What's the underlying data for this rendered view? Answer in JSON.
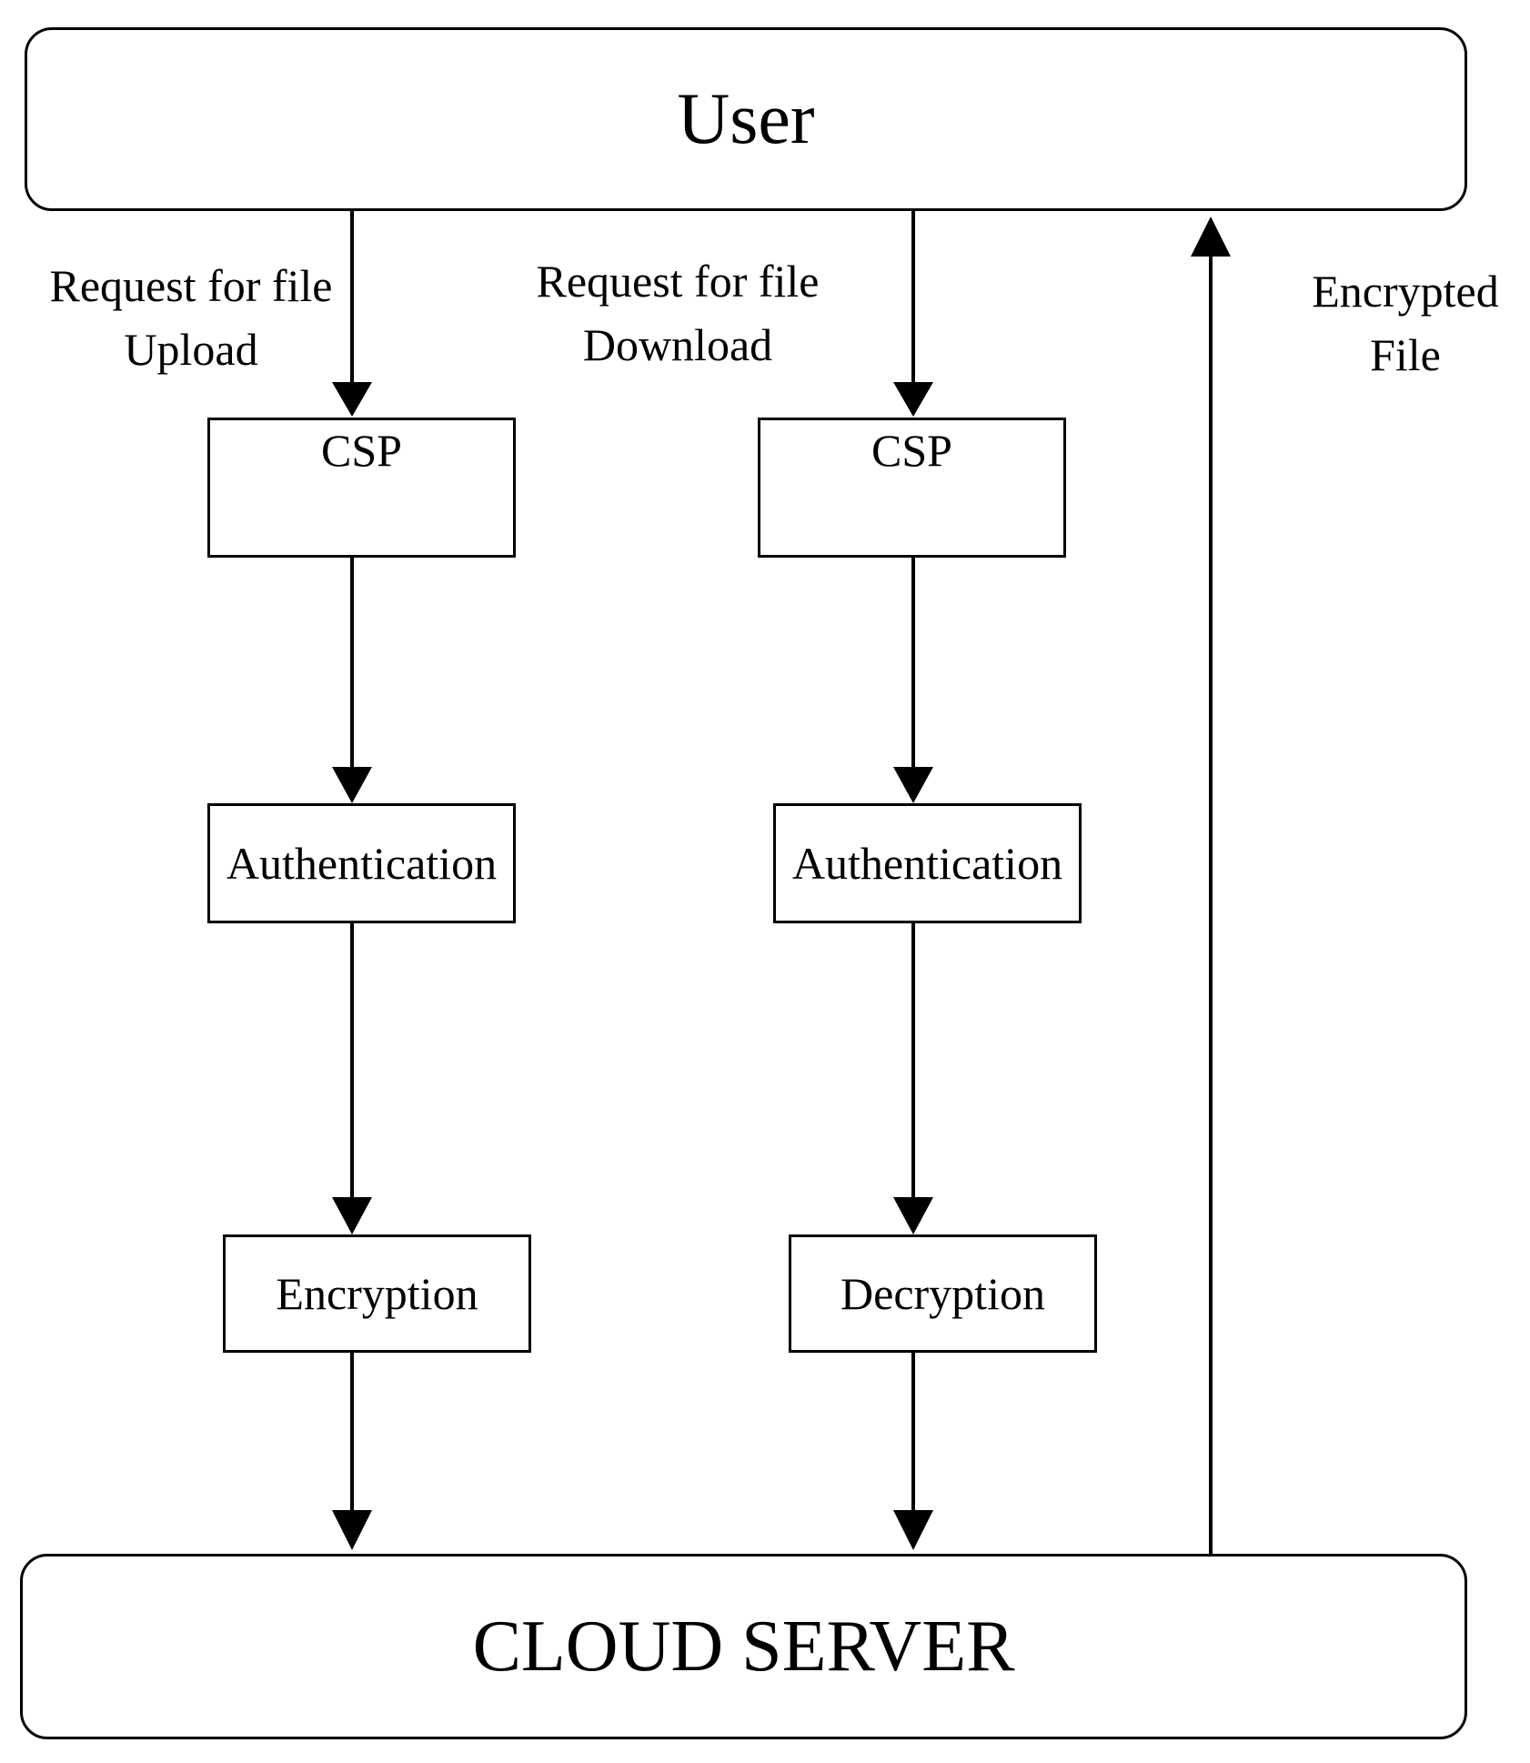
{
  "diagram": {
    "user": "User",
    "cloud_server": "CLOUD SERVER",
    "upload": {
      "request_line1": "Request for file",
      "request_line2": "Upload",
      "csp": "CSP",
      "authentication": "Authentication",
      "encryption": "Encryption"
    },
    "download": {
      "request_line1": "Request for file",
      "request_line2": "Download",
      "csp": "CSP",
      "authentication": "Authentication",
      "decryption": "Decryption"
    },
    "return_path": {
      "line1": "Encrypted",
      "line2": "File"
    }
  }
}
